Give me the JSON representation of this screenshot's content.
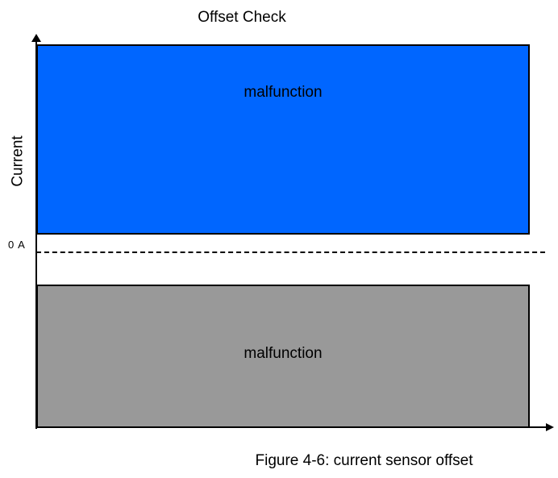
{
  "figure": {
    "title": "Offset Check",
    "caption": "Figure 4-6: current sensor offset",
    "background_color": "#ffffff"
  },
  "axes": {
    "y": {
      "label": "Current",
      "arrow": "up-arrow-icon",
      "color": "#000000"
    },
    "x": {
      "label": "",
      "arrow": "right-arrow-icon",
      "color": "#000000"
    }
  },
  "reference_line": {
    "label": "0 A",
    "style": "dashed",
    "color": "#000000"
  },
  "chart_data": {
    "type": "bar",
    "title": "Offset Check",
    "xlabel": "",
    "ylabel": "Current",
    "grid": false,
    "legend": "none",
    "annotations": [
      {
        "text": "0 A",
        "position": "y-axis-tick"
      }
    ],
    "regions": [
      {
        "name": "upper-malfunction-region",
        "label": "malfunction",
        "color": "#0066ff",
        "side": "above-zero"
      },
      {
        "name": "lower-malfunction-region",
        "label": "malfunction",
        "color": "#999999",
        "side": "below-zero"
      }
    ]
  }
}
